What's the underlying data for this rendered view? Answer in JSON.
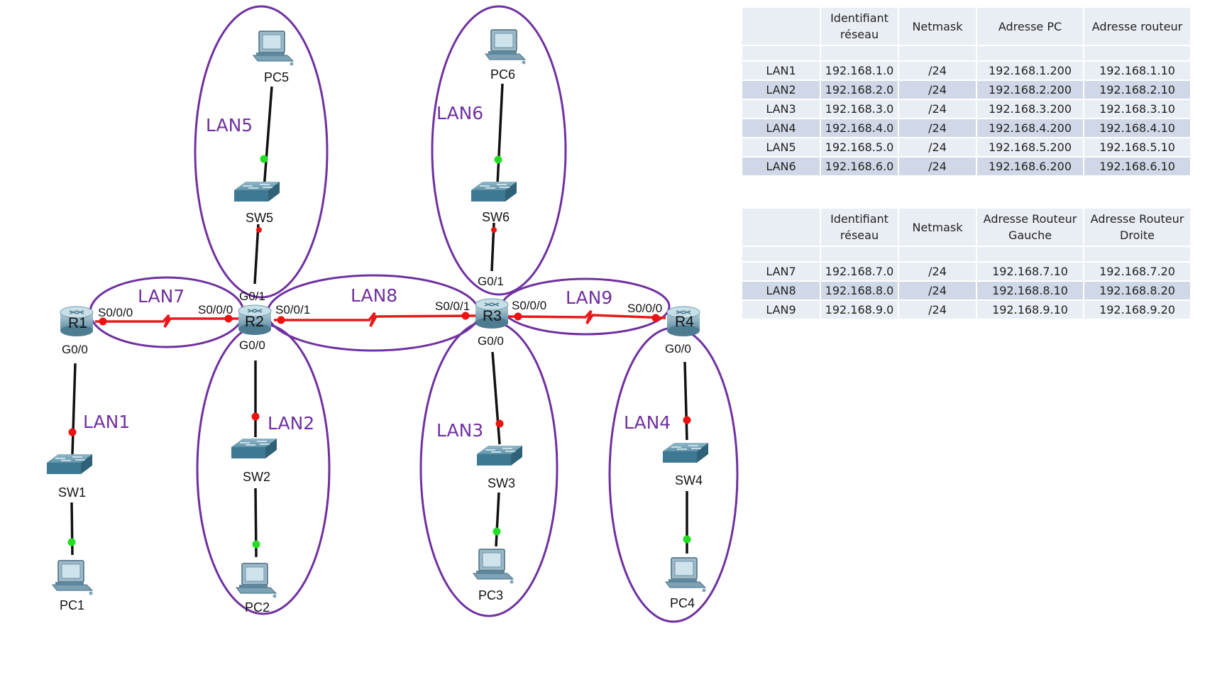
{
  "devices": {
    "routers": [
      "R1",
      "R2",
      "R3",
      "R4"
    ],
    "switches": [
      "SW1",
      "SW2",
      "SW3",
      "SW4",
      "SW5",
      "SW6"
    ],
    "pcs": [
      "PC1",
      "PC2",
      "PC3",
      "PC4",
      "PC5",
      "PC6"
    ]
  },
  "interfaces": {
    "r1_s000": "S0/0/0",
    "r1_g00": "G0/0",
    "r2_s000": "S0/0/0",
    "r2_s001": "S0/0/1",
    "r2_g01": "G0/1",
    "r2_g00": "G0/0",
    "r3_s001": "S0/0/1",
    "r3_s000": "S0/0/0",
    "r3_g01": "G0/1",
    "r3_g00": "G0/0",
    "r4_s000": "S0/0/0",
    "r4_g00": "G0/0"
  },
  "lans": [
    "LAN1",
    "LAN2",
    "LAN3",
    "LAN4",
    "LAN5",
    "LAN6",
    "LAN7",
    "LAN8",
    "LAN9"
  ],
  "colors": {
    "lan_ellipse": "#7030a0",
    "serial_link": "#e8191c",
    "port_down": "#ee1111",
    "port_up": "#22dd22",
    "table_light": "#e9edf4",
    "table_dark": "#d0d8e8"
  },
  "table_lan": {
    "headers": [
      "",
      "Identifiant réseau",
      "Netmask",
      "Adresse PC",
      "Adresse routeur"
    ],
    "rows": [
      [
        "LAN1",
        "192.168.1.0",
        "/24",
        "192.168.1.200",
        "192.168.1.10"
      ],
      [
        "LAN2",
        "192.168.2.0",
        "/24",
        "192.168.2.200",
        "192.168.2.10"
      ],
      [
        "LAN3",
        "192.168.3.0",
        "/24",
        "192.168.3.200",
        "192.168.3.10"
      ],
      [
        "LAN4",
        "192.168.4.0",
        "/24",
        "192.168.4.200",
        "192.168.4.10"
      ],
      [
        "LAN5",
        "192.168.5.0",
        "/24",
        "192.168.5.200",
        "192.168.5.10"
      ],
      [
        "LAN6",
        "192.168.6.0",
        "/24",
        "192.168.6.200",
        "192.168.6.10"
      ]
    ]
  },
  "table_wan": {
    "headers": [
      "",
      "Identifiant réseau",
      "Netmask",
      "Adresse Routeur Gauche",
      "Adresse Routeur Droite"
    ],
    "rows": [
      [
        "LAN7",
        "192.168.7.0",
        "/24",
        "192.168.7.10",
        "192.168.7.20"
      ],
      [
        "LAN8",
        "192.168.8.0",
        "/24",
        "192.168.8.10",
        "192.168.8.20"
      ],
      [
        "LAN9",
        "192.168.9.0",
        "/24",
        "192.168.9.10",
        "192.168.9.20"
      ]
    ]
  }
}
